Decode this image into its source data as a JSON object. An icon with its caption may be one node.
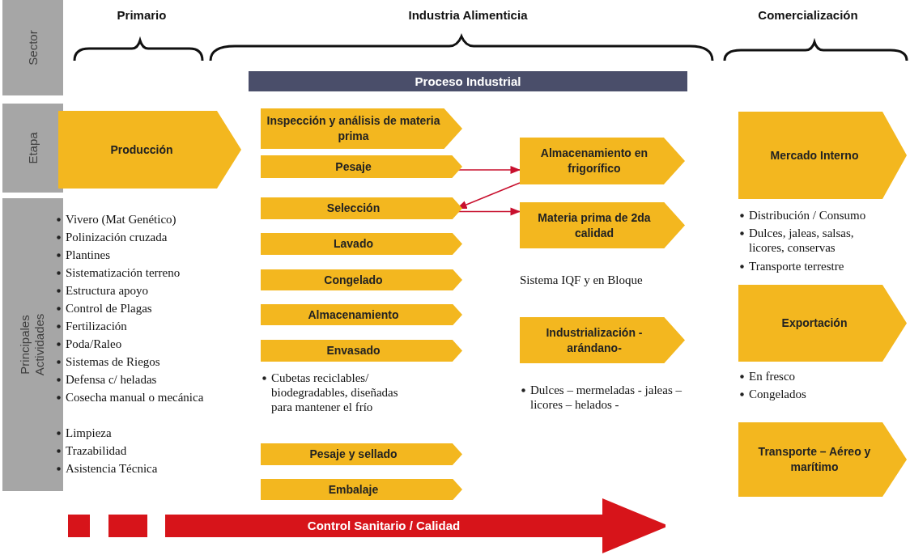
{
  "diagram": {
    "nodes": [
      {
        "text": [
          "Sector"
        ]
      },
      {
        "text": [
          "Etapa"
        ]
      },
      {
        "text": [
          "Principales Actividades"
        ]
      },
      {
        "text": [
          "Proceso Industrial"
        ]
      },
      {
        "text": [
          "Producción"
        ]
      },
      {
        "text": [
          "Inspección y análisis de materia prima"
        ]
      },
      {
        "text": [
          "Pesaje"
        ]
      },
      {
        "text": [
          "Almacenamiento en frigorífico"
        ]
      },
      {
        "text": [
          "Selección"
        ]
      },
      {
        "text": [
          "Materia prima de 2da calidad"
        ]
      },
      {
        "text": [
          "Lavado"
        ]
      },
      {
        "text": [
          "Congelado"
        ]
      },
      {
        "text": [
          "Almacenamiento"
        ]
      },
      {
        "text": [
          "Envasado"
        ]
      },
      {
        "text": [
          "Industrialización -arándano-"
        ]
      },
      {
        "text": [
          "Pesaje y sellado"
        ]
      },
      {
        "text": [
          "Embalaje"
        ]
      },
      {
        "text": [
          "Mercado Interno"
        ]
      },
      {
        "text": [
          "Exportación"
        ]
      },
      {
        "text": [
          "Transporte – Aéreo y marítimo"
        ]
      },
      {
        "text": [
          "Control Sanitario / Calidad"
        ]
      }
    ],
    "edges": [
      {
        "from": 6,
        "to": 7,
        "arrow": "to"
      },
      {
        "from": 7,
        "to": 8,
        "arrow": "to"
      },
      {
        "from": 8,
        "to": 9,
        "arrow": "to"
      }
    ],
    "labels": [
      "Primario",
      "Industria Alimenticia",
      "Comercialización",
      "Vivero (Mat Genético)",
      "Polinización cruzada",
      "Plantines",
      "Sistematización terreno",
      "Estructura apoyo",
      "Control de Plagas",
      "Fertilización",
      "Poda/Raleo",
      "Sistemas de Riegos",
      "Defensa c/ heladas",
      "Cosecha manual o mecánica",
      "Limpieza",
      "Trazabilidad",
      "Asistencia Técnica",
      "Cubetas reciclables/ biodegradables, diseñadas para mantener el frío",
      "Sistema IQF y en Bloque",
      "Dulces – mermeladas - jaleas – licores – helados -",
      "Distribución / Consumo",
      "Dulces, jaleas, salsas, licores, conservas",
      "Transporte terrestre",
      "En fresco",
      "Congelados"
    ]
  }
}
